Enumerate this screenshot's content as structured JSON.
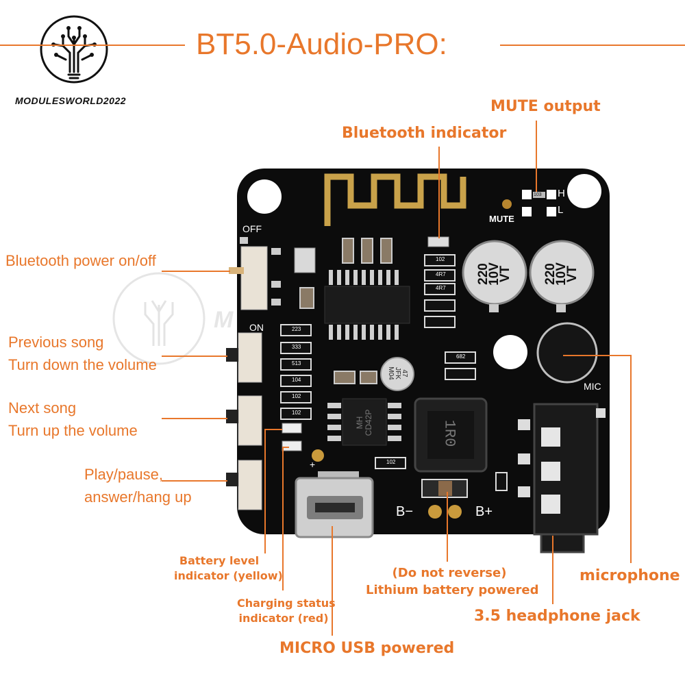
{
  "brand": {
    "name": "MODULESWORLD2022"
  },
  "title": "BT5.0-Audio-PRO:",
  "colors": {
    "accent": "#e8772b",
    "board": "#0c0c0c",
    "silkscreen": "#ffffff",
    "antenna": "#c9a24a"
  },
  "labels": {
    "mute_output": "MUTE output",
    "bluetooth_indicator": "Bluetooth indicator",
    "bluetooth_power": "Bluetooth power on/off",
    "previous_song_1": "Previous song",
    "previous_song_2": "Turn down the volume",
    "next_song_1": "Next song",
    "next_song_2": "Turn up the volume",
    "play_pause_1": "Play/pause,",
    "play_pause_2": "answer/hang up",
    "battery_level_1": "Battery level",
    "battery_level_2": "indicator (yellow)",
    "charging_status_1": "Charging status",
    "charging_status_2": "indicator (red)",
    "micro_usb": "MICRO USB powered",
    "do_not_reverse": "(Do not reverse)",
    "lithium_battery": "Lithium battery powered",
    "headphone_jack": "3.5 headphone jack",
    "microphone": "microphone"
  },
  "board": {
    "off": "OFF",
    "on": "ON",
    "mute": "MUTE",
    "h": "H",
    "l": "L",
    "mic": "MIC",
    "b_minus": "B−",
    "b_plus": "B+",
    "plus_mark": "+",
    "cap_lines": [
      "220",
      "10V",
      "VT"
    ],
    "small_cap_lines": [
      "47",
      "JFK",
      "M04"
    ],
    "chip_lines": [
      "MH",
      "CD42P"
    ],
    "inductor": "1R0",
    "resistor_codes": [
      "223",
      "333",
      "513",
      "104",
      "102",
      "102",
      "102",
      "4R7",
      "4R7",
      "682",
      "103",
      "102"
    ]
  },
  "watermark": {
    "text": "M"
  }
}
